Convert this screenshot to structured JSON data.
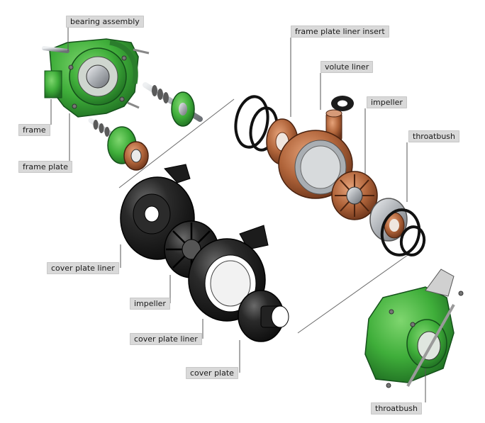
{
  "labels": {
    "bearing_assembly": "bearing assembly",
    "frame_plate_liner_insert": "frame plate liner insert",
    "volute_liner": "volute liner",
    "impeller_right": "impeller",
    "frame": "frame",
    "throatbush_right": "throatbush",
    "frame_plate": "frame plate",
    "cover_plate_liner_1": "cover plate liner",
    "impeller_left": "impeller",
    "cover_plate_liner_2": "cover plate liner",
    "cover_plate": "cover plate",
    "throatbush_bottom": "throatbush"
  },
  "colors": {
    "green_casting": "#3fae3a",
    "green_dark": "#1f6e22",
    "copper": "#b0643a",
    "copper_dark": "#6b341a",
    "rubber_black": "#1c1c1c",
    "steel": "#b8bcc0",
    "label_bg": "#d9d9d9",
    "leader_line": "#555555"
  }
}
